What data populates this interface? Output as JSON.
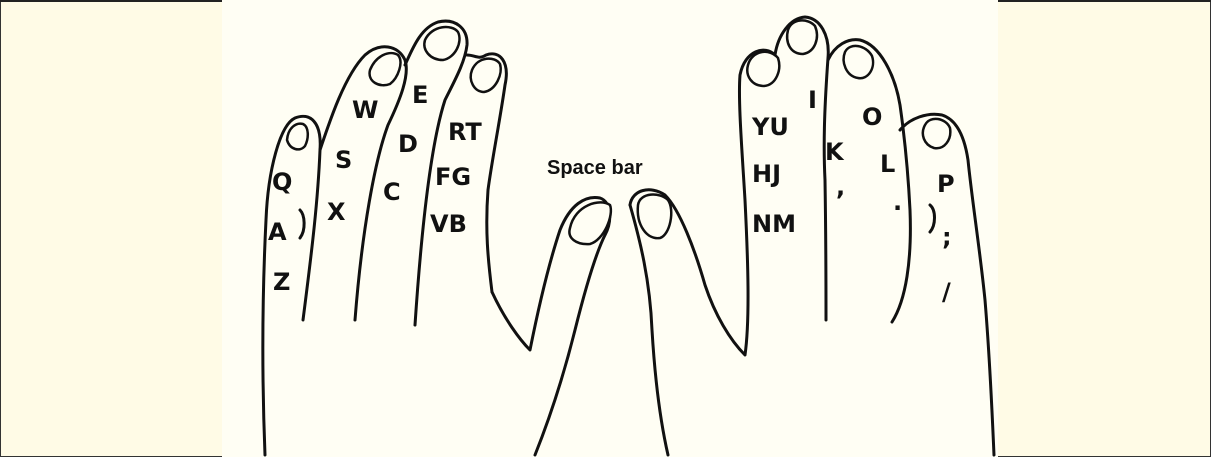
{
  "space_bar_label": "Space bar",
  "left_hand": {
    "pinky": [
      "Q",
      "A",
      "Z"
    ],
    "ring": [
      "W",
      "S",
      "X"
    ],
    "middle": [
      "E",
      "D",
      "C"
    ],
    "index": [
      "RT",
      "FG",
      "VB"
    ]
  },
  "right_hand": {
    "index": [
      "YU",
      "HJ",
      "NM"
    ],
    "middle": [
      "I",
      "K",
      ","
    ],
    "ring": [
      "O",
      "L",
      "."
    ],
    "pinky": [
      "P",
      ";",
      "/"
    ]
  },
  "colors": {
    "background": "#fffbe6",
    "ink": "#111111"
  }
}
